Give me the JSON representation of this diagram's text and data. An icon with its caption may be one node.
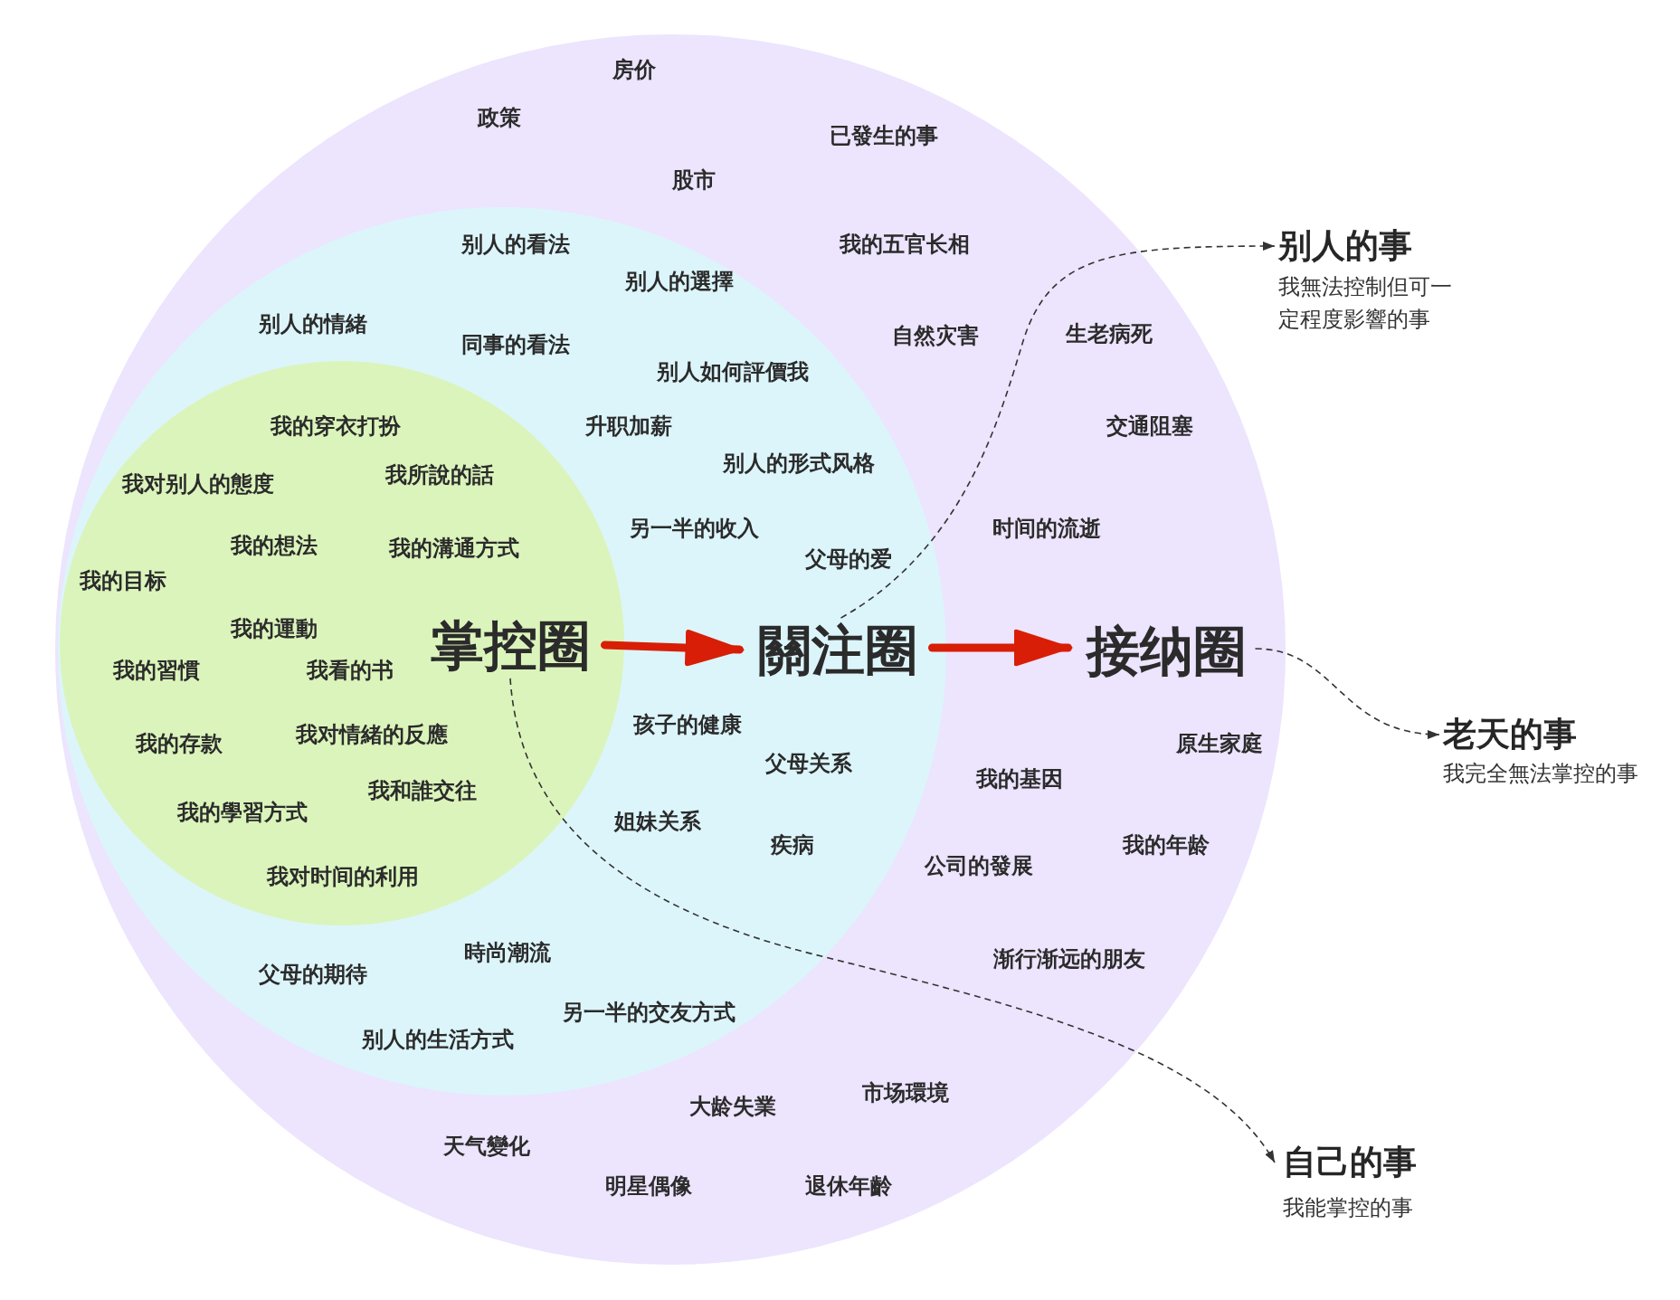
{
  "diagram": {
    "nodes": [
      {
        "text": [
          "房价",
          "政策",
          "已發生的事",
          "股市",
          "我的五官长相",
          "自然灾害",
          "生老病死",
          "交通阻塞",
          "时间的流逝",
          "原生家庭",
          "我的基因",
          "我的年龄",
          "公司的發展",
          "渐行渐远的朋友",
          "市场環境",
          "大龄失業",
          "天气變化",
          "明星偶像",
          "退休年齡"
        ]
      },
      {
        "text": [
          "别人的看法",
          "别人的選擇",
          "别人的情緒",
          "同事的看法",
          "别人如何評價我",
          "升职加薪",
          "别人的形式风格",
          "另一半的收入",
          "父母的爱",
          "孩子的健康",
          "父母关系",
          "姐妹关系",
          "疾病",
          "時尚潮流",
          "父母的期待",
          "另一半的交友方式",
          "别人的生活方式"
        ],
        "in": 0
      },
      {
        "text": [
          "我的穿衣打扮",
          "我所說的話",
          "我对别人的態度",
          "我的想法",
          "我的溝通方式",
          "我的目标",
          "我的運動",
          "我的習慣",
          "我看的书",
          "我对情緒的反應",
          "我的存款",
          "我和誰交往",
          "我的學習方式",
          "我对时间的利用"
        ],
        "in": 1
      },
      {
        "text": [
          "掌控圈"
        ],
        "in": 2
      },
      {
        "text": [
          "關注圈"
        ],
        "in": 1
      },
      {
        "text": [
          "接纳圈"
        ],
        "in": 0
      },
      {
        "text": [
          "别人的事",
          "我無法控制但可一定程度影響的事"
        ]
      },
      {
        "text": [
          "老天的事",
          "我完全無法掌控的事"
        ]
      },
      {
        "text": [
          "自己的事",
          "我能掌控的事"
        ]
      }
    ],
    "edges": [
      {
        "from": 3,
        "to": 4,
        "arrow": "to",
        "style": "thick",
        "color": "#d81e06"
      },
      {
        "from": 4,
        "to": 5,
        "arrow": "to",
        "style": "thick",
        "color": "#d81e06"
      },
      {
        "from": 4,
        "to": 6,
        "arrow": "to",
        "style": "dashed"
      },
      {
        "from": 5,
        "to": 7,
        "arrow": "to",
        "style": "dashed"
      },
      {
        "from": 3,
        "to": 8,
        "arrow": "to",
        "style": "dashed"
      }
    ]
  }
}
